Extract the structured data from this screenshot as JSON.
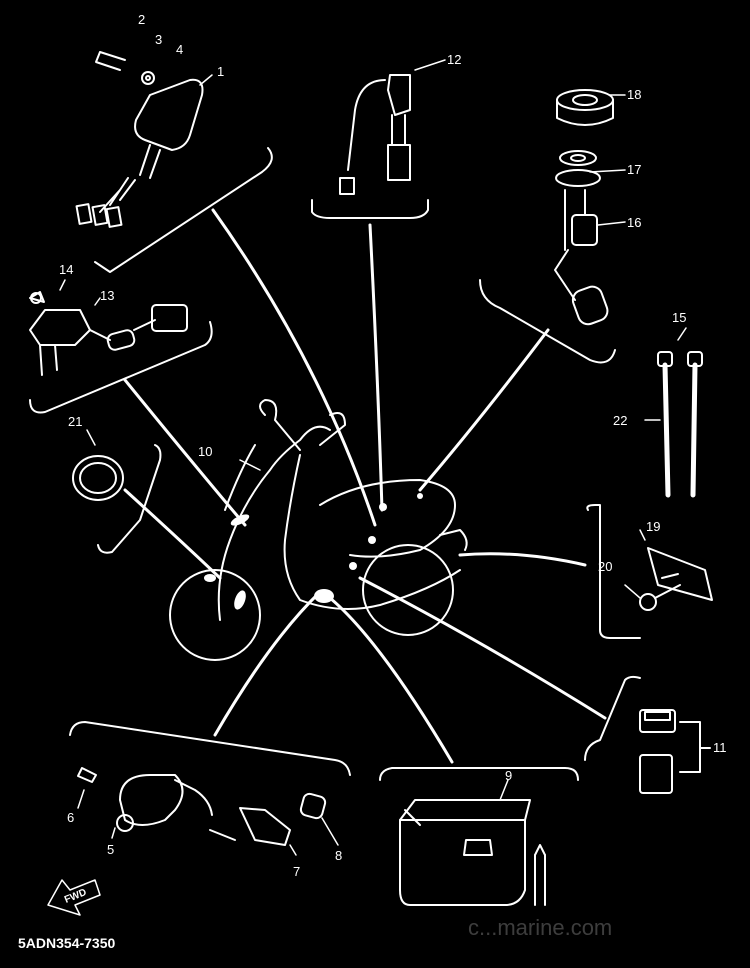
{
  "diagram": {
    "part_code": "5ADN354-7350",
    "fwd_label": "FWD",
    "watermark": "c...marine.com",
    "callouts": [
      "1",
      "2",
      "3",
      "4",
      "5",
      "6",
      "7",
      "8",
      "9",
      "10",
      "11",
      "12",
      "13",
      "14",
      "15",
      "16",
      "17",
      "18",
      "19",
      "20",
      "21",
      "22"
    ],
    "colors": {
      "background": "#000000",
      "line": "#ffffff"
    }
  }
}
